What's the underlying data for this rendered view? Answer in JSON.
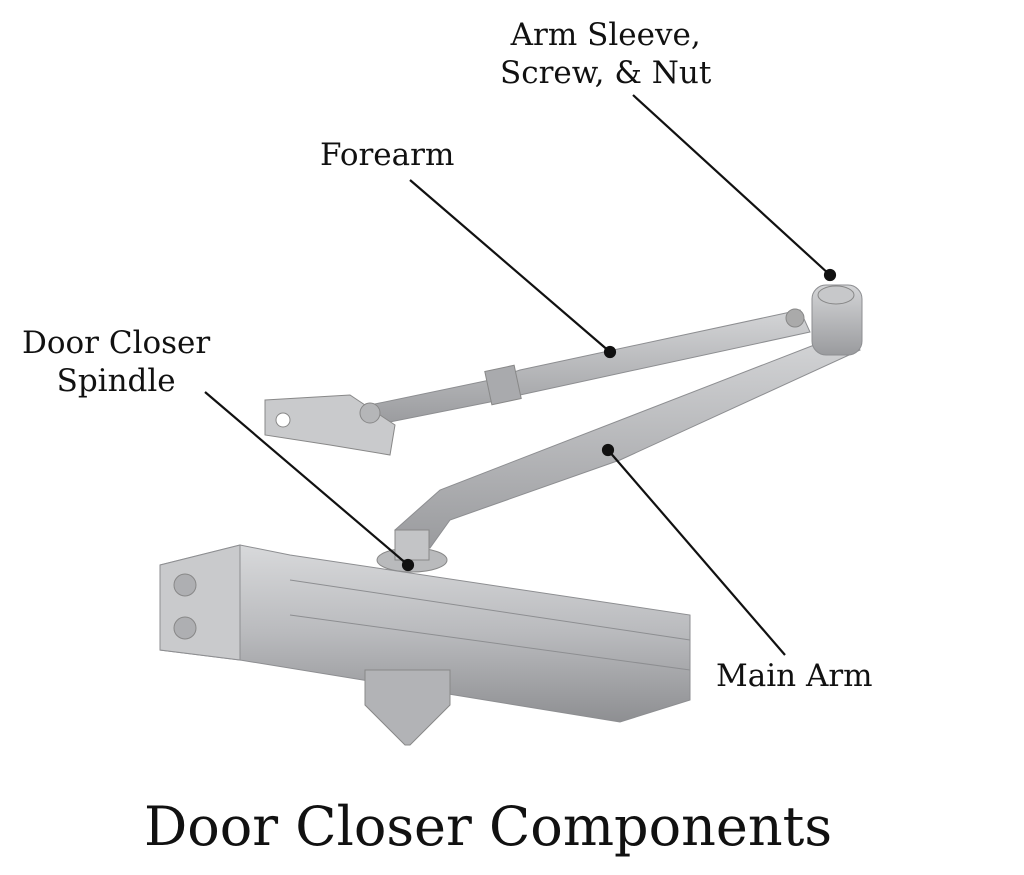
{
  "title": "Door Closer Components",
  "labels": {
    "arm_sleeve_line1": "Arm Sleeve,",
    "arm_sleeve_line2": "Screw, & Nut",
    "forearm": "Forearm",
    "spindle_line1": "Door Closer",
    "spindle_line2": "Spindle",
    "main_arm": "Main Arm"
  }
}
